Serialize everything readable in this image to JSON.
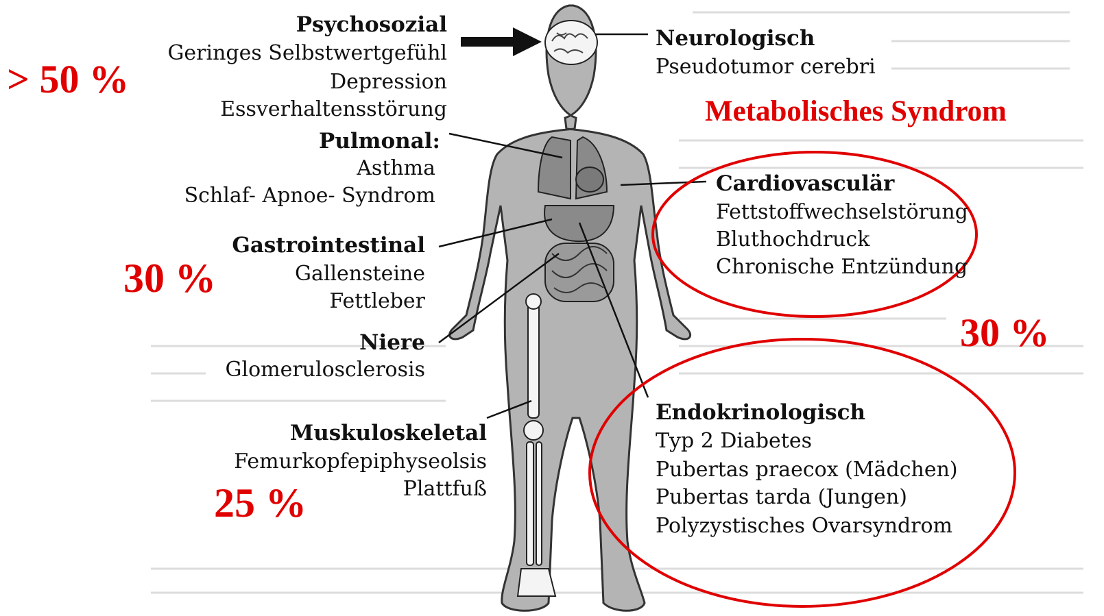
{
  "groups": {
    "psychosozial": {
      "title": "Psychosozial",
      "items": [
        "Geringes Selbstwertgefühl",
        "Depression",
        "Essverhaltensstörung"
      ]
    },
    "neurologisch": {
      "title": "Neurologisch",
      "items": [
        "Pseudotumor cerebri"
      ]
    },
    "pulmonal": {
      "title": "Pulmonal:",
      "items": [
        "Asthma",
        "Schlaf- Apnoe- Syndrom"
      ]
    },
    "gastrointestinal": {
      "title": "Gastrointestinal",
      "items": [
        "Gallensteine",
        "Fettleber"
      ]
    },
    "niere": {
      "title": "Niere",
      "items": [
        "Glomerulosclerosis"
      ]
    },
    "muskuloskeletal": {
      "title": "Muskuloskeletal",
      "items": [
        "Femurkopfepiphyseolsis",
        "Plattfuß"
      ]
    },
    "cardiovasculaer": {
      "title": "Cardiovasculär",
      "items": [
        "Fettstoffwechselstörung",
        "Bluthochdruck",
        "Chronische Entzündung"
      ]
    },
    "endokrinologisch": {
      "title": "Endokrinologisch",
      "items": [
        "Typ 2 Diabetes",
        "Pubertas praecox (Mädchen)",
        "Pubertas tarda (Jungen)",
        "Polyzystisches Ovarsyndrom"
      ]
    }
  },
  "overlay": {
    "metabolic_title": "Metabolisches Syndrom",
    "pct_psycho": "> 50 %",
    "pct_gastro": "30 %",
    "pct_muskulo": "25 %",
    "pct_metabolic": "30 %"
  },
  "colors": {
    "accent": "#e00000",
    "body_fill": "#b4b4b4",
    "organ_fill": "#8a8a8a"
  }
}
